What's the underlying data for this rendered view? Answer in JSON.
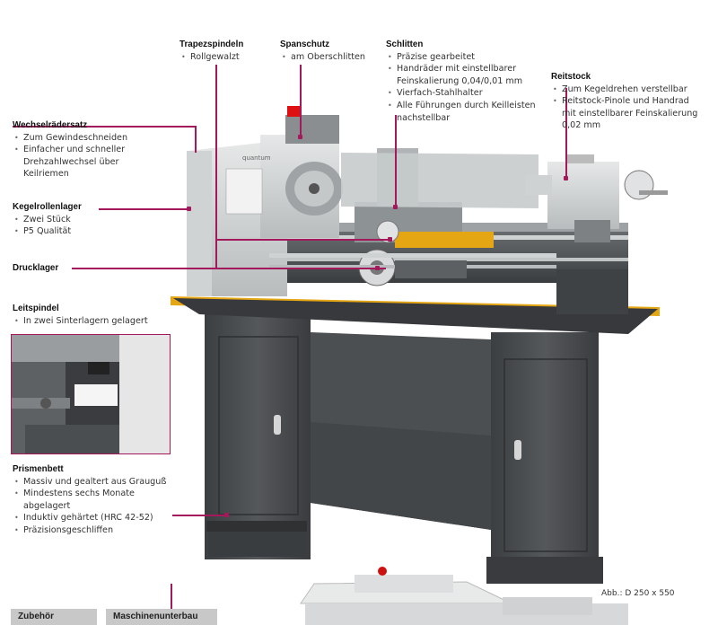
{
  "callouts": {
    "trapezspindeln": {
      "head": "Trapezspindeln",
      "items": [
        "Rollgewalzt"
      ]
    },
    "spanschutz": {
      "head": "Spanschutz",
      "items": [
        "am Oberschlitten"
      ]
    },
    "schlitten": {
      "head": "Schlitten",
      "items": [
        "Präzise gearbeitet",
        "Handräder mit einstellbarer Feinskalierung 0,04/0,01 mm",
        "Vierfach-Stahlhalter",
        "Alle Führungen durch Keilleisten nachstellbar"
      ]
    },
    "reitstock": {
      "head": "Reitstock",
      "items": [
        "Zum Kegeldrehen verstellbar",
        "Reitstock-Pinole und Handrad mit einstellbarer Feinskalierung 0,02 mm"
      ]
    },
    "wechselraedersatz": {
      "head": "Wechselrädersatz",
      "items": [
        "Zum Gewindeschneiden",
        "Einfacher und schneller Drehzahlwechsel über Keilriemen"
      ]
    },
    "kegelrollenlager": {
      "head": "Kegelrollenlager",
      "items": [
        "Zwei Stück",
        "P5 Qualität"
      ]
    },
    "drucklager": {
      "head": "Drucklager",
      "items": []
    },
    "leitspindel": {
      "head": "Leitspindel",
      "items": [
        "In zwei Sinterlagern gelagert"
      ]
    },
    "prismenbett": {
      "head": "Prismenbett",
      "items": [
        "Massiv und gealtert aus Grauguß",
        "Mindestens sechs Monate abgelagert",
        "Induktiv gehärtet (HRC 42-52)",
        "Präzisionsgeschliffen"
      ]
    }
  },
  "caption": "Abb.: D 250 x 550",
  "tabs": {
    "zubehoer": "Zubehör",
    "maschinenunterbau": "Maschinenunterbau"
  },
  "brand_plate": "quantum",
  "colors": {
    "accent": "#a3195b",
    "tab_bg": "#c8c8c8",
    "stand": "#4a4d50",
    "bed_edge": "#e5a613"
  }
}
